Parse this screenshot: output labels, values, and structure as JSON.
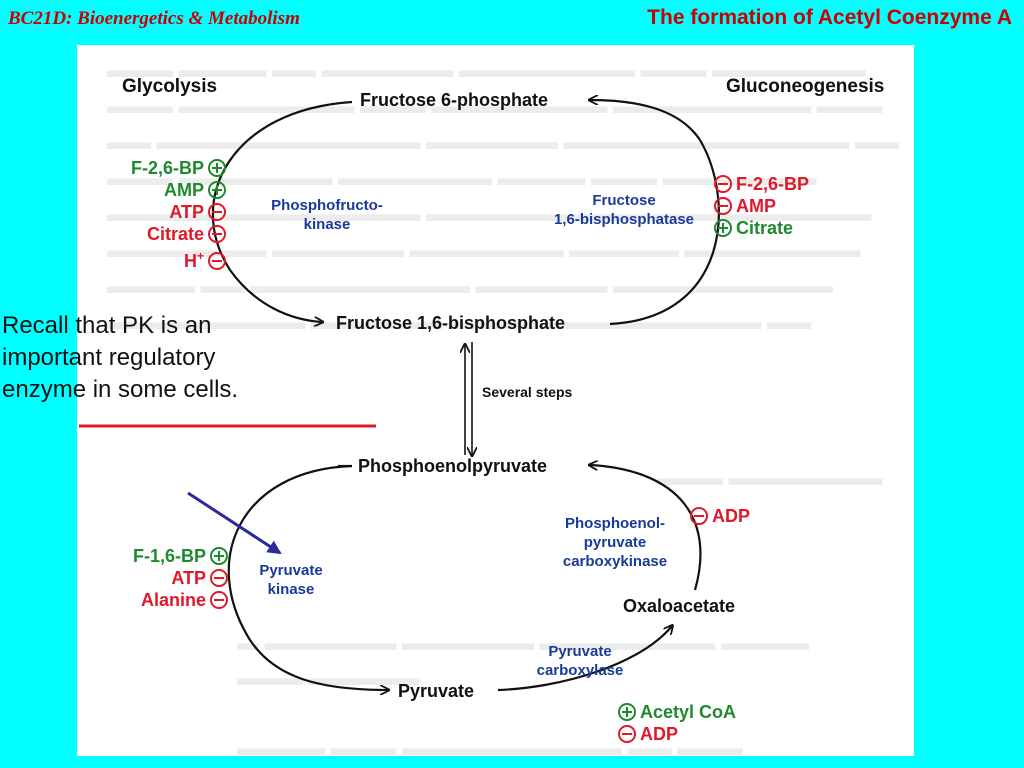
{
  "header": {
    "course": "BC21D: Bioenergetics & Metabolism",
    "title": "The formation of Acetyl Coenzyme A"
  },
  "diagram": {
    "glycolysis": "Glycolysis",
    "gluconeogenesis": "Gluconeogenesis",
    "f6p": "Fructose 6-phosphate",
    "f16bp": "Fructose 1,6-bisphosphate",
    "several_steps": "Several steps",
    "pep": "Phosphoenolpyruvate",
    "oxaloacetate": "Oxaloacetate",
    "pyruvate": "Pyruvate",
    "enzymes": {
      "pfk": [
        "Phosphofructo-",
        "kinase"
      ],
      "fbpase": [
        "Fructose",
        "1,6-bisphosphatase"
      ],
      "pk": [
        "Pyruvate",
        "kinase"
      ],
      "pepck": [
        "Phosphoenol-",
        "pyruvate",
        "carboxykinase"
      ],
      "pc": [
        "Pyruvate",
        "carboxylase"
      ]
    },
    "pfk_regulators": [
      {
        "label": "F-2,6-BP",
        "sign": "plus",
        "color": "green"
      },
      {
        "label": "AMP",
        "sign": "plus",
        "color": "green"
      },
      {
        "label": "ATP",
        "sign": "minus",
        "color": "red"
      },
      {
        "label": "Citrate",
        "sign": "minus",
        "color": "red"
      },
      {
        "label": "H",
        "sup": "+",
        "sign": "minus",
        "color": "red"
      }
    ],
    "fbpase_regulators": [
      {
        "label": "F-2,6-BP",
        "sign": "minus",
        "color": "red"
      },
      {
        "label": "AMP",
        "sign": "minus",
        "color": "red"
      },
      {
        "label": "Citrate",
        "sign": "plus",
        "color": "green"
      }
    ],
    "pk_regulators": [
      {
        "label": "F-1,6-BP",
        "sign": "plus",
        "color": "green"
      },
      {
        "label": "ATP",
        "sign": "minus",
        "color": "red"
      },
      {
        "label": "Alanine",
        "sign": "minus",
        "color": "red"
      }
    ],
    "pepck_regulators": [
      {
        "label": "ADP",
        "sign": "minus",
        "color": "red"
      }
    ],
    "pc_regulators": [
      {
        "label": "Acetyl CoA",
        "sign": "plus",
        "color": "green"
      },
      {
        "label": "ADP",
        "sign": "minus",
        "color": "red"
      }
    ]
  },
  "note": {
    "text_before": "Recall that PK is an ",
    "underlined": "important regulatory",
    "text_after": " enzyme in some cells."
  },
  "colors": {
    "background": "#00FFFF",
    "title_red": "#CC0000",
    "activator_green": "#1E8A2E",
    "inhibitor_red": "#E0182A",
    "enzyme_blue": "#1A3A9A",
    "pointer_arrow": "#2A2A9A"
  }
}
